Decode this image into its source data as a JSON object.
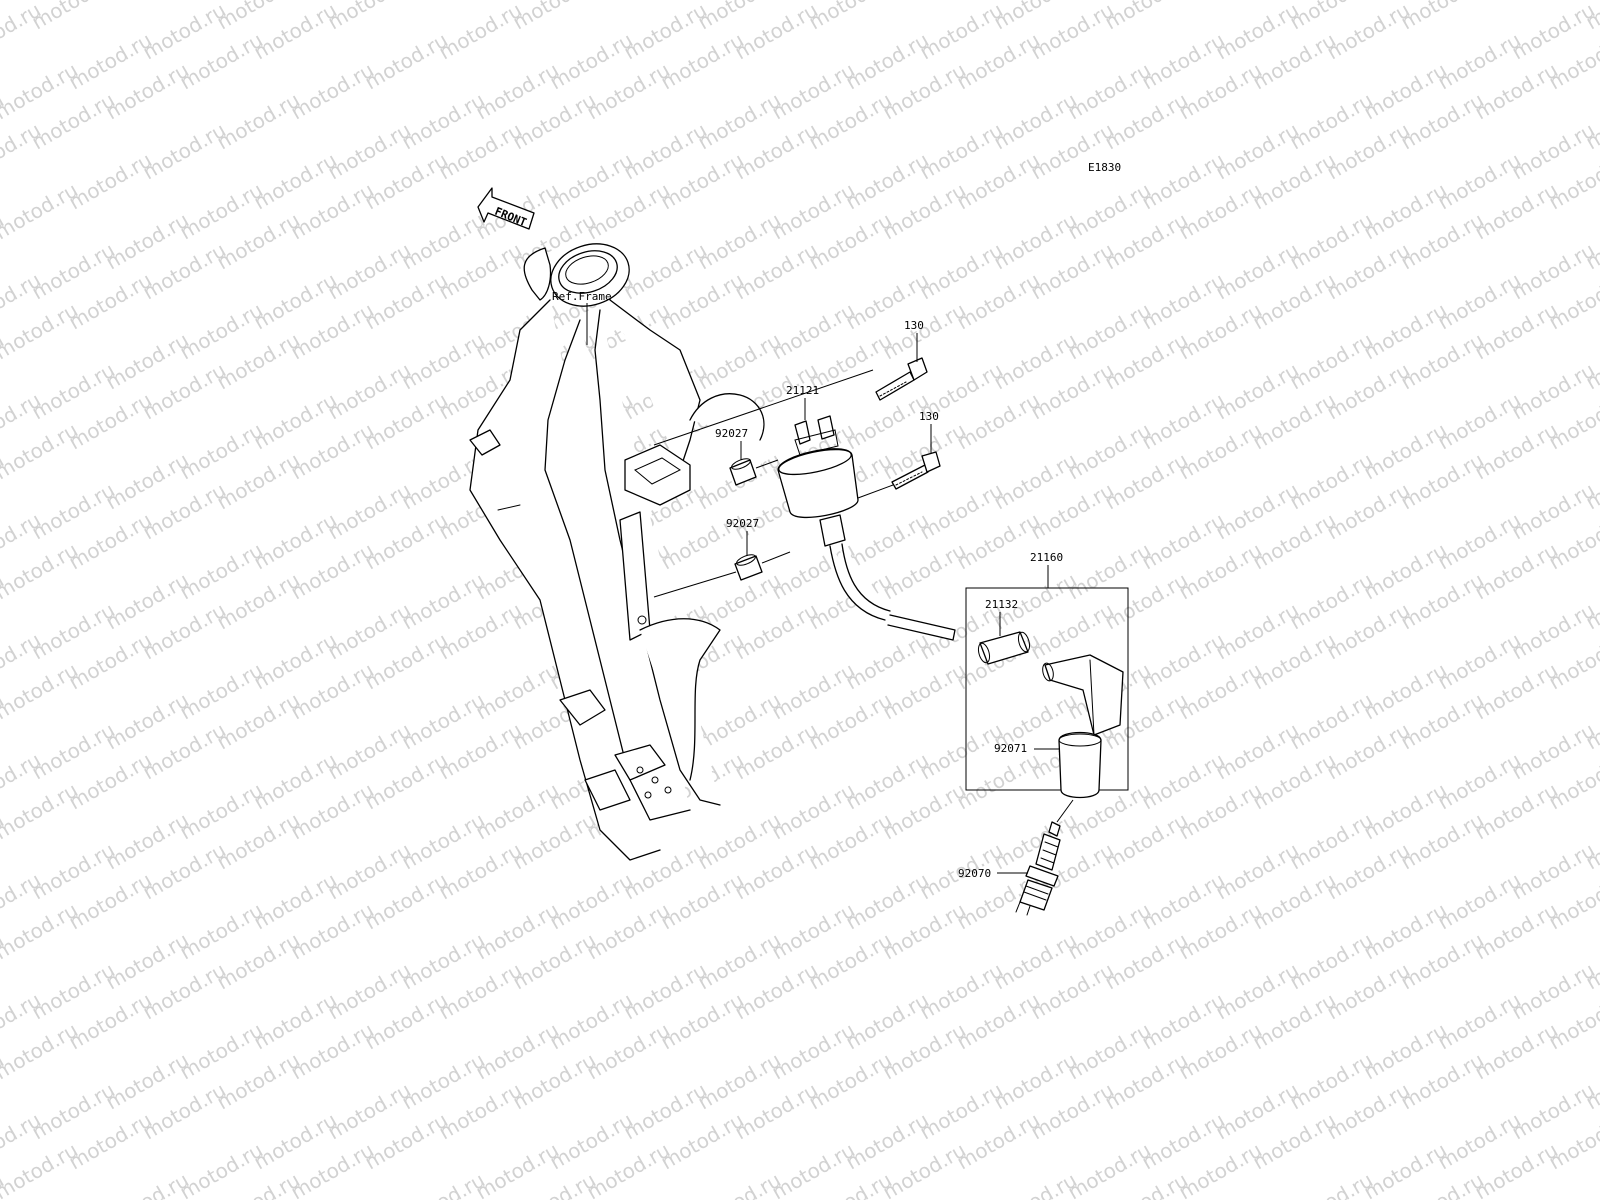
{
  "diagram": {
    "code": "E1830",
    "watermark": "motod.ru",
    "front_badge": "FRONT",
    "labels": {
      "ref_frame": "Ref.Frame",
      "bolt_upper": "130",
      "bolt_lower": "130",
      "coil": "21121",
      "collar_upper": "92027",
      "collar_lower": "92027",
      "cap_assy": "21160",
      "grommet": "21132",
      "cap_cover": "92071",
      "spark_plug": "92070"
    }
  }
}
